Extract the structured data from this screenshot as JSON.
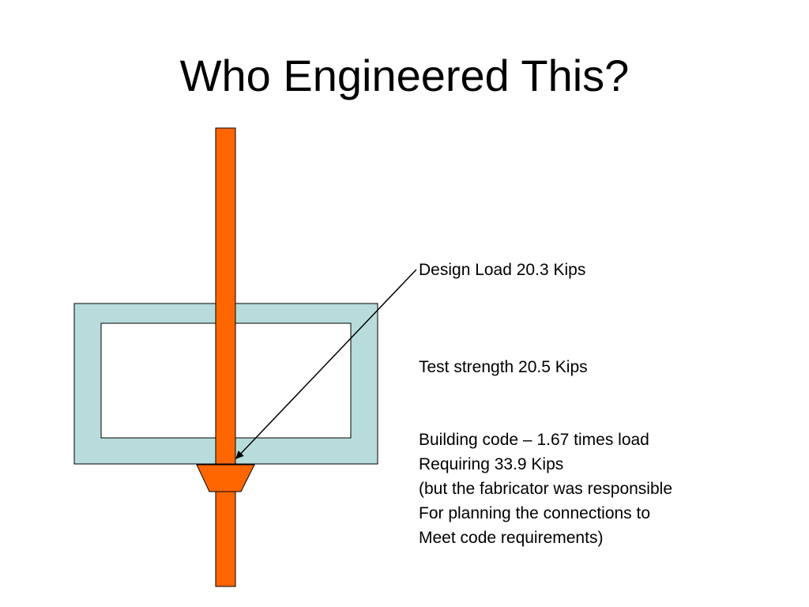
{
  "slide": {
    "title": "Who Engineered This?"
  },
  "annotations": {
    "design_load": "Design Load 20.3  Kips",
    "test_strength": "Test strength 20.5  Kips",
    "code_lines": [
      "Building code – 1.67 times load",
      "Requiring 33.9 Kips",
      "(but the fabricator was responsible",
      "For planning the connections to",
      "Meet code requirements)"
    ]
  },
  "colors": {
    "rod": "#ff6600",
    "box_beam": "#b8dcdc",
    "outline": "#000000",
    "background": "#ffffff"
  }
}
